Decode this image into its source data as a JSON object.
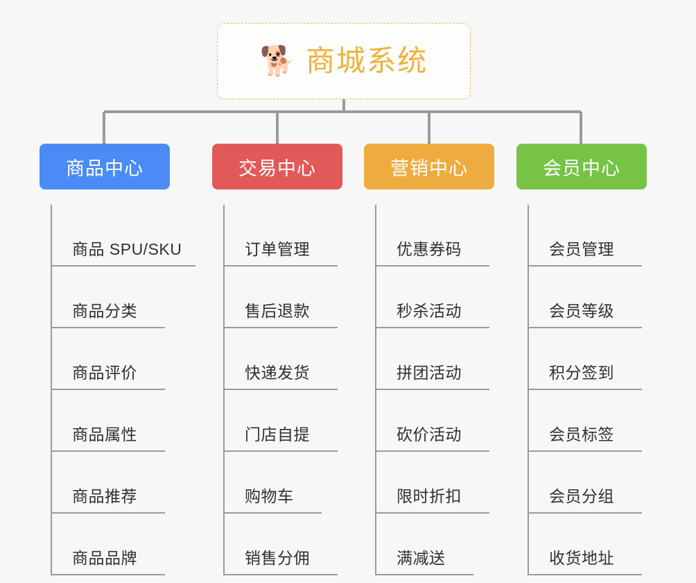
{
  "root": {
    "icon": "shiba-dog-face-icon",
    "emoji": "🐕",
    "title": "商城系统",
    "border_color": "#e8b765",
    "text_color": "#efb23c",
    "background": "#fdfdfc"
  },
  "canvas": {
    "background": "#f7f7f7",
    "connector_color": "#9a9a9a",
    "leaf_text_color": "#2e3033"
  },
  "branches": [
    {
      "label": "商品中心",
      "color": "#4a8bf5",
      "items": [
        {
          "label": "商品 SPU/SKU",
          "underline_width": 209
        },
        {
          "label": "商品分类",
          "underline_width": 165
        },
        {
          "label": "商品评价",
          "underline_width": 165
        },
        {
          "label": "商品属性",
          "underline_width": 165
        },
        {
          "label": "商品推荐",
          "underline_width": 165
        },
        {
          "label": "商品品牌",
          "underline_width": 165
        }
      ]
    },
    {
      "label": "交易中心",
      "color": "#e2595a",
      "items": [
        {
          "label": "订单管理",
          "underline_width": 165
        },
        {
          "label": "售后退款",
          "underline_width": 165
        },
        {
          "label": "快递发货",
          "underline_width": 165
        },
        {
          "label": "门店自提",
          "underline_width": 165
        },
        {
          "label": "购物车",
          "underline_width": 142
        },
        {
          "label": "销售分佣",
          "underline_width": 165
        }
      ]
    },
    {
      "label": "营销中心",
      "color": "#eeac3f",
      "items": [
        {
          "label": "优惠券码",
          "underline_width": 165
        },
        {
          "label": "秒杀活动",
          "underline_width": 165
        },
        {
          "label": "拼团活动",
          "underline_width": 165
        },
        {
          "label": "砍价活动",
          "underline_width": 165
        },
        {
          "label": "限时折扣",
          "underline_width": 165
        },
        {
          "label": "满减送",
          "underline_width": 142
        }
      ]
    },
    {
      "label": "会员中心",
      "color": "#76c346",
      "items": [
        {
          "label": "会员管理",
          "underline_width": 165
        },
        {
          "label": "会员等级",
          "underline_width": 165
        },
        {
          "label": "积分签到",
          "underline_width": 165
        },
        {
          "label": "会员标签",
          "underline_width": 165
        },
        {
          "label": "会员分组",
          "underline_width": 165
        },
        {
          "label": "收货地址",
          "underline_width": 165
        }
      ]
    }
  ]
}
